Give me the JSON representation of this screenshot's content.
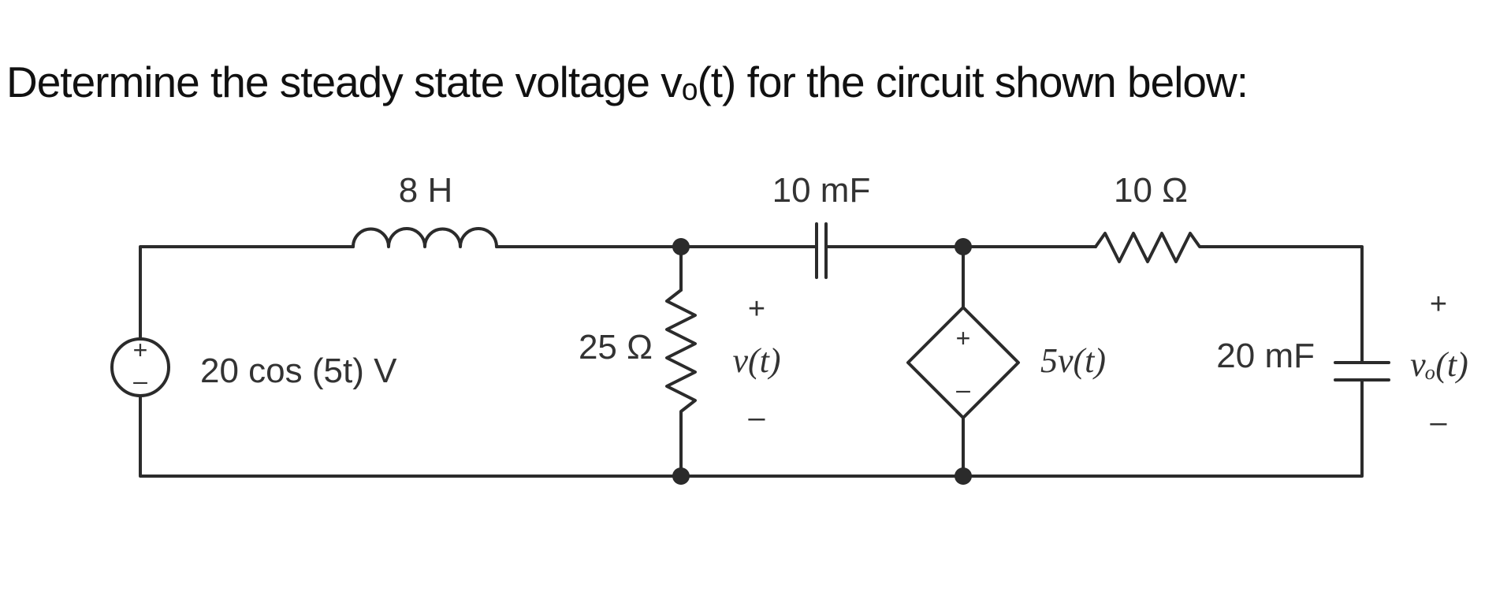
{
  "question": "Determine the steady state voltage vₒ(t) for the circuit shown below:",
  "circuit": {
    "source_label": "20 cos (5t) V",
    "inductor_label": "8 H",
    "capacitor_1_label": "10 mF",
    "resistor_top_label": "10 Ω",
    "resistor_shunt_label": "25 Ω",
    "voltage_v_label": "v(t)",
    "dependent_source_label": "5v(t)",
    "capacitor_2_label": "20 mF",
    "output_voltage_label": "vₒ(t)",
    "plus_sign": "+",
    "minus_sign": "–"
  }
}
